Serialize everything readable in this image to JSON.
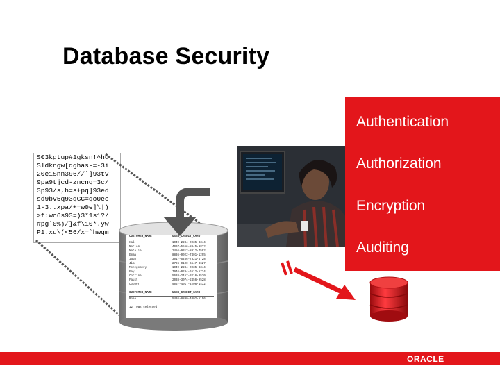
{
  "slide": {
    "title": "Database Security"
  },
  "menu": {
    "items": [
      {
        "label": "Authentication"
      },
      {
        "label": "Authorization"
      },
      {
        "label": "Encryption"
      },
      {
        "label": "Auditing"
      }
    ]
  },
  "encrypted_text": {
    "lines": [
      "S03kgtup#1gksn!^hd",
      "Sldkngw[dghas-=-3i",
      "20e1Snn396//`]93tv",
      "9pa9tjcd-zncnq=3c/",
      "3p93/s,h=s+pq]93ed",
      "sd9bv5q93qGG=qo0ec",
      "1-3..xpa/+=w0e]\\|)",
      ">f:wc6s93=)3*1s1?/",
      "#pg`0%)/]&f\\10*.yw",
      "P1.xu\\(<56/x=`hwqm"
    ]
  },
  "table": {
    "header1": {
      "col1": "CUSTOMER_NAME",
      "col2": "USER_CREDIT_CARD"
    },
    "rows": [
      {
        "c1": "Hal",
        "c2": "1049-2234-0035-3344"
      },
      {
        "c1": "Marion",
        "c2": "4097-5556-8845-9822"
      },
      {
        "c1": "Natalie",
        "c2": "2456-9312-8812-7592"
      },
      {
        "c1": "Emma",
        "c2": "8836-9022-7401-1295"
      },
      {
        "c1": "Jaun",
        "c2": "3017-5466-7321-4728"
      },
      {
        "c1": "Jim",
        "c2": "2726-0100-6547-3627"
      },
      {
        "c1": "Montgomery",
        "c2": "1049-2234-0035-3344"
      },
      {
        "c1": "Fay",
        "c2": "7946-0284-6512-5724"
      },
      {
        "c1": "Corrine",
        "c2": "5638-2457-3216-3520"
      },
      {
        "c1": "Faust",
        "c2": "2038-3074-2456-9528"
      },
      {
        "c1": "Cooper",
        "c2": "9067-4017-4206-1432"
      }
    ],
    "header2": {
      "col1": "CUSTOMER_NAME",
      "col2": "USER_CREDIT_CARD"
    },
    "row2": {
      "c1": "Rose",
      "c2": "5436-8890-4002-5156"
    },
    "footer_text": "12 rows selected."
  },
  "branding": {
    "logo_text": "ORACLE",
    "accent_color": "#e3161b"
  },
  "icons": [
    "database-cylinder-icon",
    "red-database-icon",
    "curved-arrow-icon",
    "red-dashed-arrow-icon"
  ]
}
